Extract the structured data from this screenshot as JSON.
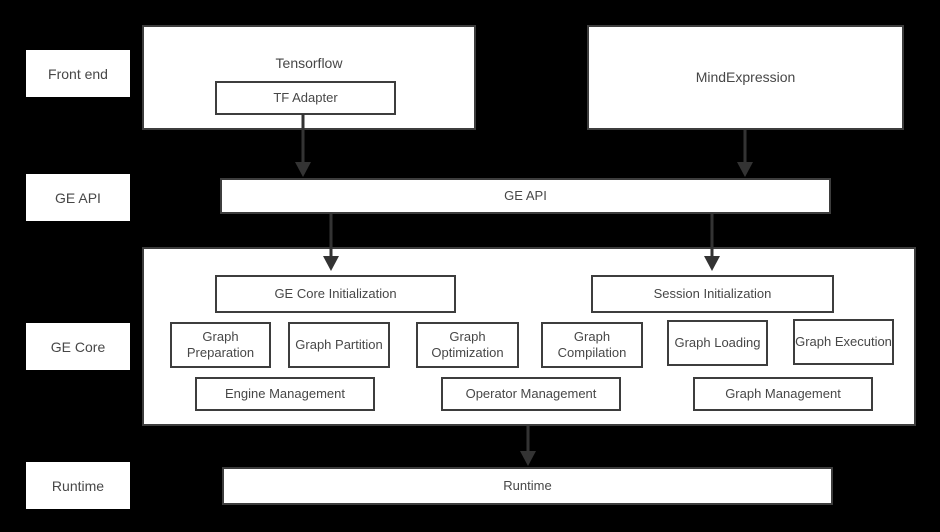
{
  "colors": {
    "background": "#000000",
    "box_fill": "#ffffff",
    "border": "#3d3d3d",
    "text": "#474747",
    "arrow": "#333333"
  },
  "side_labels": [
    {
      "label": "Front end"
    },
    {
      "label": "GE API"
    },
    {
      "label": "GE Core"
    },
    {
      "label": "Runtime"
    }
  ],
  "front_end": {
    "tensorflow_label": "Tensorflow",
    "tf_adapter_label": "TF Adapter",
    "mindexpression_label": "MindExpression"
  },
  "ge_api_bar": {
    "label": "GE API"
  },
  "ge_core": {
    "init_boxes": [
      "GE Core Initialization",
      "Session Initialization"
    ],
    "process_boxes": [
      "Graph Preparation",
      "Graph Partition",
      "Graph Optimization",
      "Graph Compilation",
      "Graph Loading",
      "Graph Execution"
    ],
    "management_boxes": [
      "Engine Management",
      "Operator Management",
      "Graph Management"
    ]
  },
  "runtime_bar": {
    "label": "Runtime"
  },
  "connections": [
    {
      "from": "TF Adapter",
      "to": "GE API"
    },
    {
      "from": "MindExpression",
      "to": "GE API"
    },
    {
      "from": "GE API",
      "to": "GE Core Initialization"
    },
    {
      "from": "GE API",
      "to": "Session Initialization"
    },
    {
      "from": "GE Core",
      "to": "Runtime"
    }
  ]
}
